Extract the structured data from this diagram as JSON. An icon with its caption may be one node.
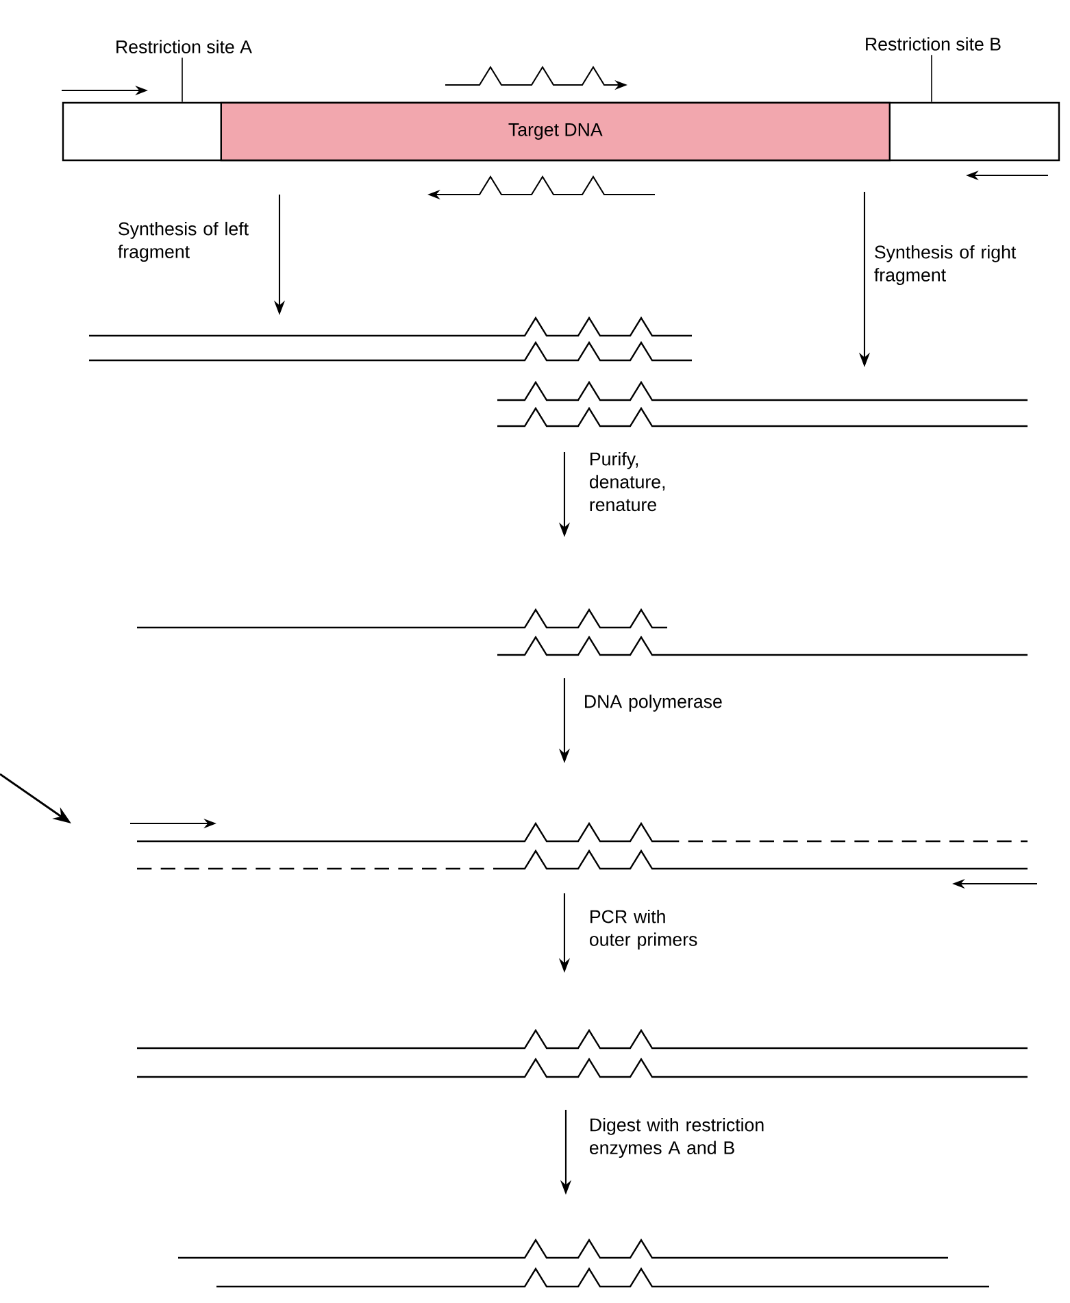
{
  "diagram": {
    "nodes": [
      {
        "text": [
          "Restriction site A"
        ]
      },
      {
        "text": [
          "Restriction site B"
        ]
      },
      {
        "text": [],
        "shape": "bar"
      },
      {
        "text": [
          "Target DNA"
        ],
        "in": 2
      }
    ],
    "edges": [
      {
        "from": 0,
        "to": 2,
        "arrow": "none"
      },
      {
        "from": 1,
        "to": 2,
        "arrow": "none"
      }
    ],
    "labels": [
      "Synthesis of left fragment",
      "Synthesis of right fragment",
      "Purify, denature, renature",
      "DNA polymerase",
      "PCR with outer primers",
      "Digest with restriction enzymes A and B"
    ]
  }
}
